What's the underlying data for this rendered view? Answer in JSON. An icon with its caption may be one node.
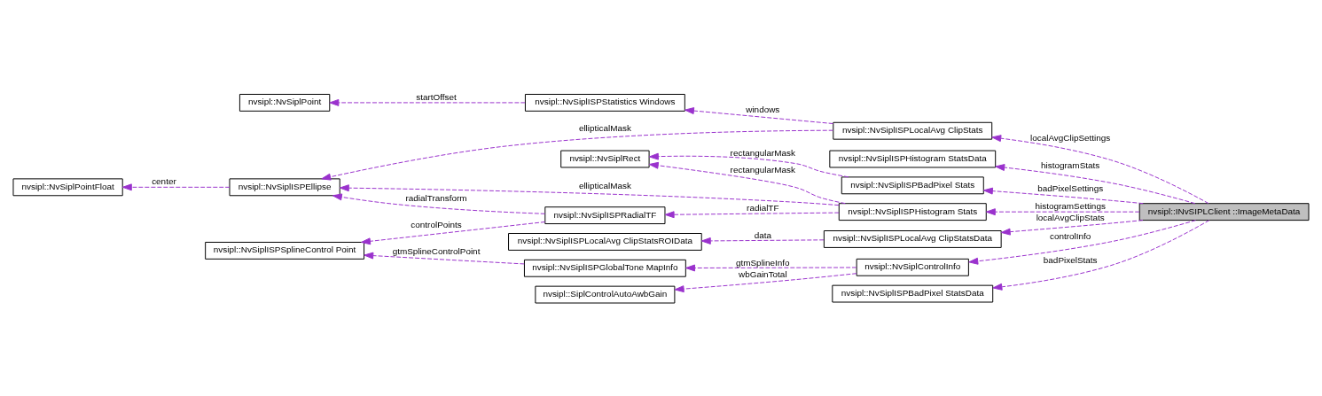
{
  "diagram": {
    "nodes": [
      {
        "text": [
          "nvsipl::NvSiplPoint"
        ]
      },
      {
        "text": [
          "nvsipl::NvSiplISPStatistics Windows"
        ]
      },
      {
        "text": [
          "nvsipl::NvSiplISPLocalAvg ClipStats"
        ]
      },
      {
        "text": [
          "nvsipl::NvSiplISPHistogram StatsData"
        ]
      },
      {
        "text": [
          "nvsipl::NvSiplRect"
        ]
      },
      {
        "text": [
          "nvsipl::NvSiplISPBadPixel Stats"
        ]
      },
      {
        "text": [
          "nvsipl::NvSiplPointFloat"
        ]
      },
      {
        "text": [
          "nvsipl::NvSiplISPEllipse"
        ]
      },
      {
        "text": [
          "nvsipl::NvSiplISPHistogram Stats"
        ]
      },
      {
        "text": [
          "nvsipl::INvSIPLClient ::ImageMetaData"
        ]
      },
      {
        "text": [
          "nvsipl::NvSiplISPRadialTF"
        ]
      },
      {
        "text": [
          "nvsipl::NvSiplISPSplineControl Point"
        ]
      },
      {
        "text": [
          "nvsipl::NvSiplISPLocalAvg ClipStatsROIData"
        ]
      },
      {
        "text": [
          "nvsipl::NvSiplISPLocalAvg ClipStatsData"
        ]
      },
      {
        "text": [
          "nvsipl::NvSiplISPGlobalTone MapInfo"
        ]
      },
      {
        "text": [
          "nvsipl::NvSiplControlInfo"
        ]
      },
      {
        "text": [
          "nvsipl::SiplControlAutoAwbGain"
        ]
      },
      {
        "text": [
          "nvsipl::NvSiplISPBadPixel StatsData"
        ]
      }
    ],
    "edges": [
      {
        "from": 1,
        "to": 0,
        "arrow": "to",
        "label": "startOffset",
        "style": "dashed"
      },
      {
        "from": 2,
        "to": 1,
        "arrow": "to",
        "label": "windows",
        "style": "dashed"
      },
      {
        "from": 2,
        "to": 7,
        "arrow": "to",
        "label": "ellipticalMask",
        "style": "dashed"
      },
      {
        "from": 9,
        "to": 2,
        "arrow": "to",
        "label": "localAvgClipSettings",
        "style": "dashed"
      },
      {
        "from": 9,
        "to": 3,
        "arrow": "to",
        "label": "histogramStats",
        "style": "dashed"
      },
      {
        "from": 5,
        "to": 4,
        "arrow": "to",
        "label": "rectangularMask",
        "style": "dashed"
      },
      {
        "from": 8,
        "to": 4,
        "arrow": "to",
        "label": "rectangularMask",
        "style": "dashed"
      },
      {
        "from": 9,
        "to": 5,
        "arrow": "to",
        "label": "badPixelSettings",
        "style": "dashed"
      },
      {
        "from": 7,
        "to": 6,
        "arrow": "to",
        "label": "center",
        "style": "dashed"
      },
      {
        "from": 8,
        "to": 7,
        "arrow": "to",
        "label": "ellipticalMask",
        "style": "dashed"
      },
      {
        "from": 10,
        "to": 7,
        "arrow": "to",
        "label": "radialTransform",
        "style": "dashed"
      },
      {
        "from": 8,
        "to": 10,
        "arrow": "to",
        "label": "radialTF",
        "style": "dashed"
      },
      {
        "from": 9,
        "to": 8,
        "arrow": "to",
        "label": "histogramSettings",
        "style": "dashed"
      },
      {
        "from": 10,
        "to": 11,
        "arrow": "to",
        "label": "controlPoints",
        "style": "dashed"
      },
      {
        "from": 14,
        "to": 11,
        "arrow": "to",
        "label": "gtmSplineControlPoint",
        "style": "dashed"
      },
      {
        "from": 13,
        "to": 12,
        "arrow": "to",
        "label": "data",
        "style": "dashed"
      },
      {
        "from": 9,
        "to": 13,
        "arrow": "to",
        "label": "localAvgClipStats",
        "style": "dashed"
      },
      {
        "from": 15,
        "to": 14,
        "arrow": "to",
        "label": "gtmSplineInfo",
        "style": "dashed"
      },
      {
        "from": 15,
        "to": 16,
        "arrow": "to",
        "label": "wbGainTotal",
        "style": "dashed"
      },
      {
        "from": 9,
        "to": 15,
        "arrow": "to",
        "label": "controlInfo",
        "style": "dashed"
      },
      {
        "from": 9,
        "to": 17,
        "arrow": "to",
        "label": "badPixelStats",
        "style": "dashed"
      }
    ]
  }
}
